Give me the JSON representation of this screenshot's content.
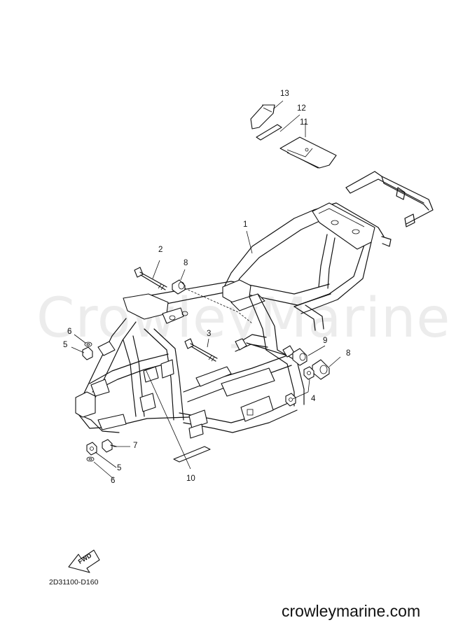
{
  "watermark": "CrowleyMarine",
  "diagram_code": "2D31100-D160",
  "site_url": "crowleymarine.com",
  "fwd_label": "FWD",
  "callouts": {
    "c1": "1",
    "c2": "2",
    "c3": "3",
    "c4": "4",
    "c5a": "5",
    "c5b": "5",
    "c6a": "6",
    "c6b": "6",
    "c7": "7",
    "c8a": "8",
    "c8b": "8",
    "c9": "9",
    "c10": "10",
    "c11": "11",
    "c12": "12",
    "c13": "13"
  }
}
